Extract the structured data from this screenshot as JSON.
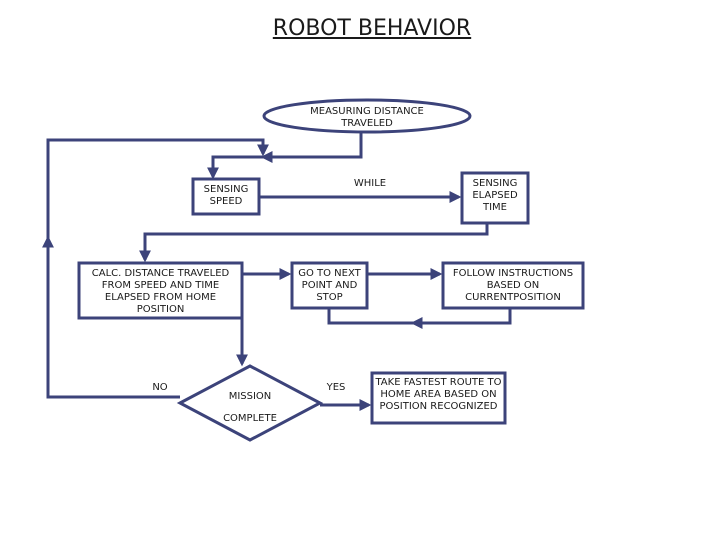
{
  "title": "ROBOT BEHAVIOR",
  "colors": {
    "line": "#3c437a",
    "text": "#1a1a1a",
    "background": "#ffffff"
  },
  "nodes": {
    "measuring": {
      "shape": "ellipse",
      "lines": [
        "MEASURING DISTANCE",
        "TRAVELED"
      ]
    },
    "while": {
      "shape": "label",
      "lines": [
        "WHILE"
      ]
    },
    "sensing_speed": {
      "shape": "box",
      "lines": [
        "SENSING",
        "SPEED"
      ]
    },
    "sensing_time": {
      "shape": "box",
      "lines": [
        "SENSING",
        "ELAPSED",
        "TIME"
      ]
    },
    "calc_distance": {
      "shape": "box",
      "lines": [
        "CALC. DISTANCE TRAVELED",
        "FROM SPEED AND TIME",
        "ELAPSED FROM HOME",
        "POSITION"
      ]
    },
    "go_next": {
      "shape": "box",
      "lines": [
        "GO TO NEXT",
        "POINT AND",
        "STOP"
      ]
    },
    "follow": {
      "shape": "box",
      "lines": [
        "FOLLOW INSTRUCTIONS",
        "BASED ON",
        "CURRENTPOSITION"
      ]
    },
    "mission": {
      "shape": "diamond",
      "lines": [
        "MISSION",
        "COMPLETE"
      ]
    },
    "take_route": {
      "shape": "box",
      "lines": [
        "TAKE FASTEST ROUTE TO",
        "HOME AREA BASED ON",
        "POSITION RECOGNIZED"
      ]
    }
  },
  "branch_labels": {
    "no": "NO",
    "yes": "YES"
  }
}
